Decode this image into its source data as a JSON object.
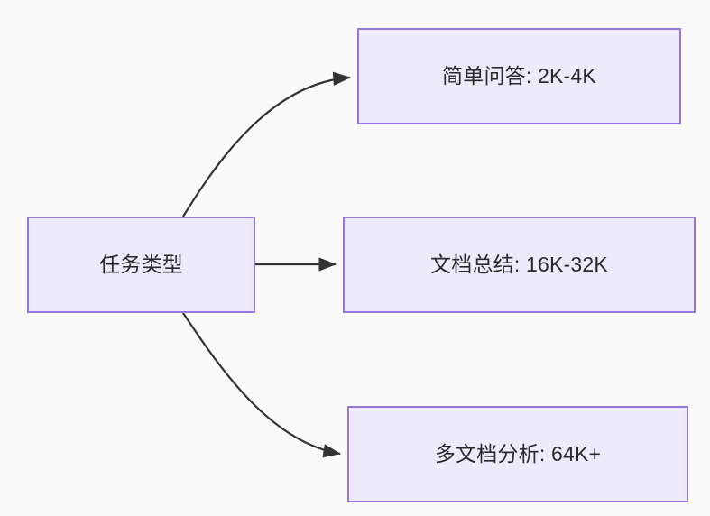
{
  "diagram": {
    "type": "flowchart",
    "direction": "left-to-right",
    "colors": {
      "node_fill": "#ECEAFB",
      "node_border": "#9575DE",
      "edge_stroke": "#333333",
      "text": "#2A2A2A",
      "background": "#FAFAFA"
    },
    "root": {
      "id": "root",
      "label": "任务类型"
    },
    "branches": [
      {
        "id": "simple-qa",
        "label": "简单问答: 2K-4K",
        "task": "简单问答",
        "context_length": "2K-4K",
        "edge_shape": "curved-up"
      },
      {
        "id": "doc-summary",
        "label": "文档总结: 16K-32K",
        "task": "文档总结",
        "context_length": "16K-32K",
        "edge_shape": "straight"
      },
      {
        "id": "multi-doc",
        "label": "多文档分析: 64K+",
        "task": "多文档分析",
        "context_length": "64K+",
        "edge_shape": "curved-down"
      }
    ]
  }
}
